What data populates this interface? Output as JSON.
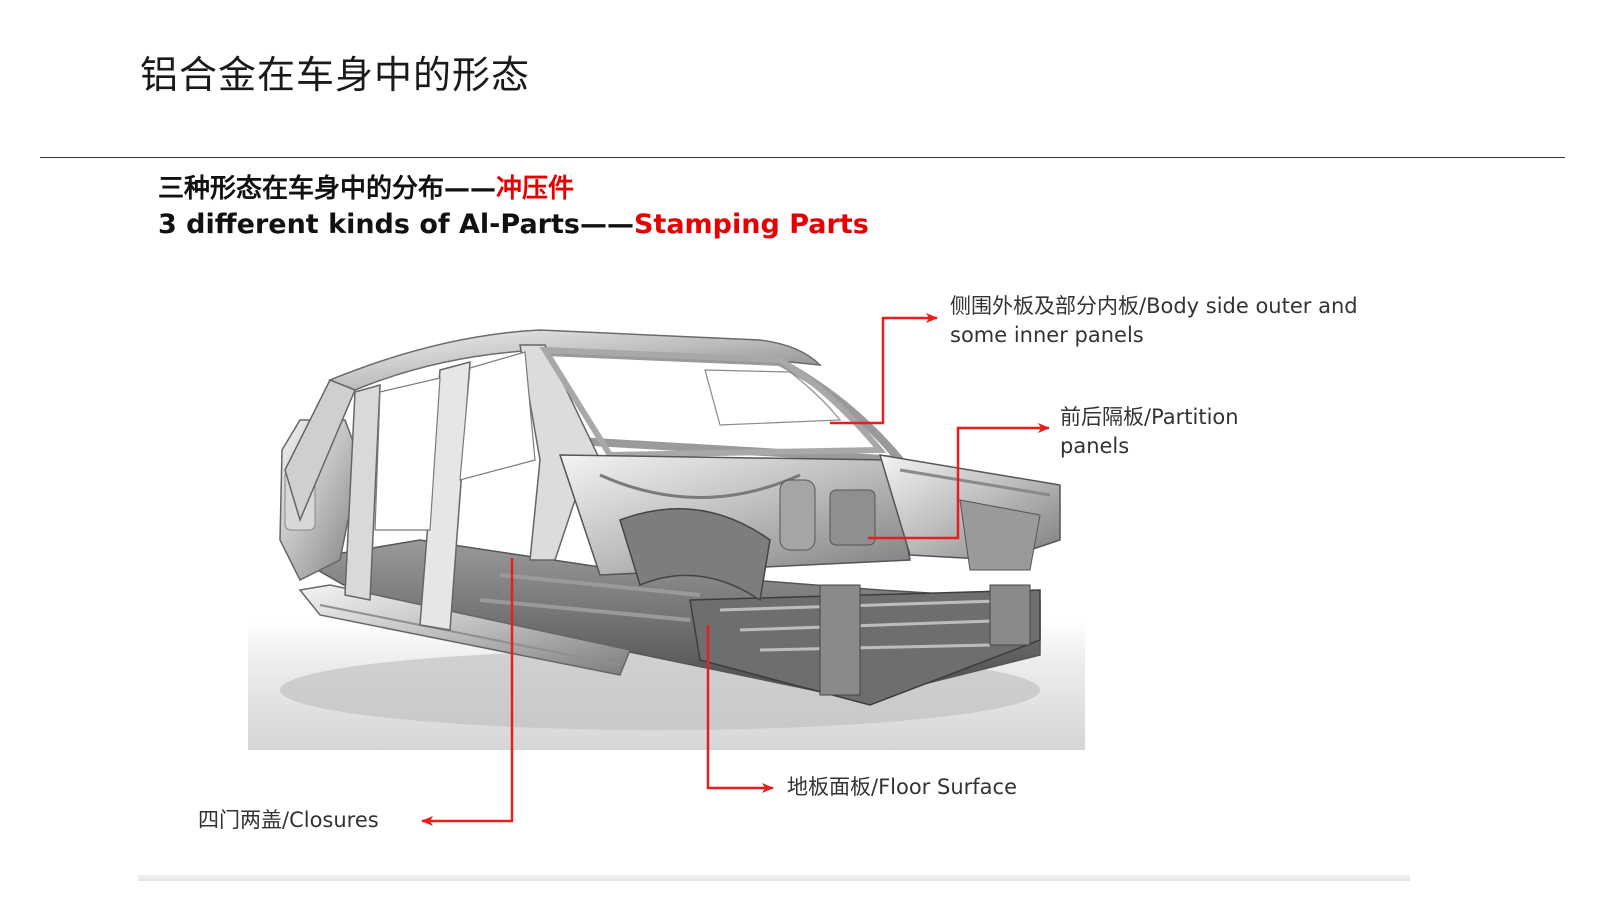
{
  "slide": {
    "title": "铝合金在车身中的形态"
  },
  "subtitle": {
    "cn_prefix": "三种形态在车身中的分布——",
    "cn_highlight": "冲压件",
    "en_prefix": "3 different kinds of Al-Parts——",
    "en_highlight": "Stamping Parts"
  },
  "callouts": {
    "body_side": "侧围外板及部分内板/Body side outer and some inner panels",
    "partition": "前后隔板/Partition panels",
    "floor": "地板面板/Floor Surface",
    "closures": "四门两盖/Closures"
  },
  "colors": {
    "accent": "#e60000",
    "leader_line": "#e61e1e",
    "text": "#333333"
  }
}
